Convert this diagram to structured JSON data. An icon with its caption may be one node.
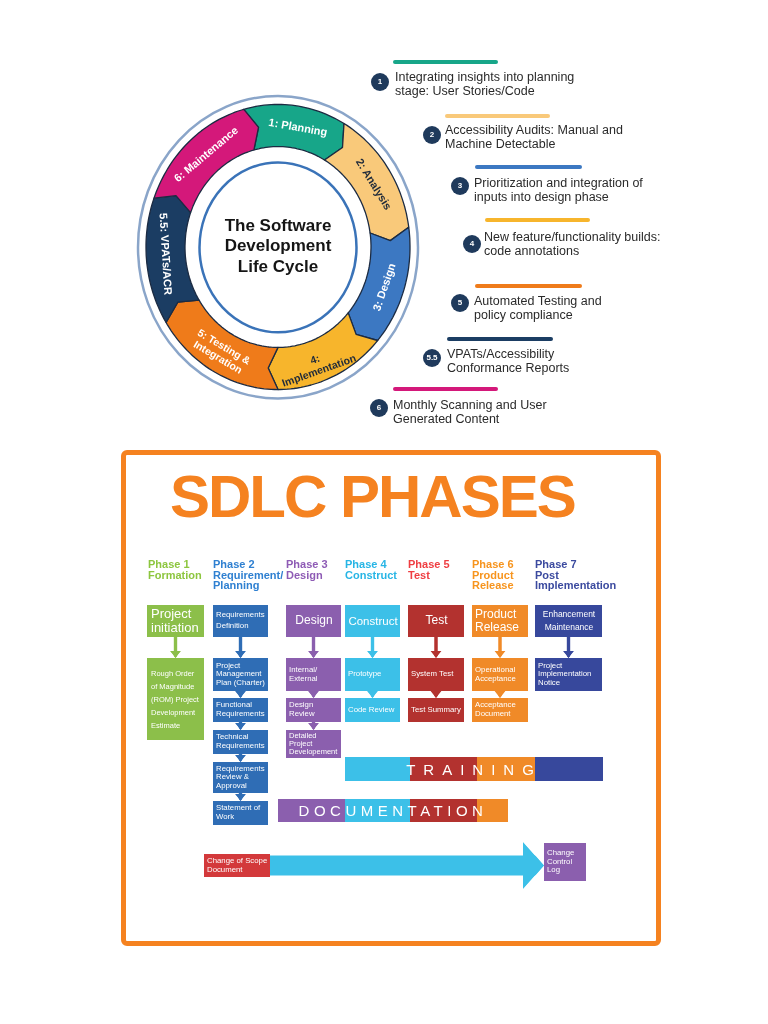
{
  "diagram": {
    "nodes": [
      {
        "text": [
          "The Software Development Life Cycle"
        ]
      },
      {
        "text": [
          "1: Planning"
        ]
      },
      {
        "text": [
          "2: Analysis"
        ]
      },
      {
        "text": [
          "3: Design"
        ]
      },
      {
        "text": [
          "4: Implementation"
        ]
      },
      {
        "text": [
          "5: Testing & Integration"
        ]
      },
      {
        "text": [
          "5.5: VPATs/ACR"
        ]
      },
      {
        "text": [
          "6: Maintenance"
        ]
      },
      {
        "text": [
          "1"
        ],
        "beside": [
          "Integrating insights into planning stage: User Stories/Code"
        ]
      },
      {
        "text": [
          "2"
        ],
        "beside": [
          "Accessibility Audits: Manual and Machine Detectable"
        ]
      },
      {
        "text": [
          "3"
        ],
        "beside": [
          "Prioritization and integration of inputs into design phase"
        ]
      },
      {
        "text": [
          "4"
        ],
        "beside": [
          "New feature/functionality builds: code annotations"
        ]
      },
      {
        "text": [
          "5"
        ],
        "beside": [
          "Automated Testing and policy compliance"
        ]
      },
      {
        "text": [
          "5.5"
        ],
        "beside": [
          "VPATs/Accessibility Conformance Reports"
        ]
      },
      {
        "text": [
          "6"
        ],
        "beside": [
          "Monthly Scanning and User Generated Content"
        ]
      },
      {
        "text": [
          "SDLC PHASES"
        ]
      },
      {
        "text": [
          "Project initiation"
        ],
        "in": 15
      },
      {
        "text": [
          "Rough Order of Magnitude (ROM) Project Development Estimate"
        ],
        "in": 15
      },
      {
        "text": [
          "Requirements Definition"
        ],
        "in": 15
      },
      {
        "text": [
          "Project Management Plan (Charter)"
        ],
        "in": 15
      },
      {
        "text": [
          "Functional Requirements"
        ],
        "in": 15
      },
      {
        "text": [
          "Technical Requirements"
        ],
        "in": 15
      },
      {
        "text": [
          "Requirements Review & Approval"
        ],
        "in": 15
      },
      {
        "text": [
          "Statement of Work"
        ],
        "in": 15
      },
      {
        "text": [
          "Design"
        ],
        "in": 15
      },
      {
        "text": [
          "Internal/ External"
        ],
        "in": 15
      },
      {
        "text": [
          "Design Review"
        ],
        "in": 15
      },
      {
        "text": [
          "Detailed Project Developement"
        ],
        "in": 15
      },
      {
        "text": [
          "Construct"
        ],
        "in": 15
      },
      {
        "text": [
          "Prototype"
        ],
        "in": 15
      },
      {
        "text": [
          "Code Review"
        ],
        "in": 15
      },
      {
        "text": [
          "Test"
        ],
        "in": 15
      },
      {
        "text": [
          "System Test"
        ],
        "in": 15
      },
      {
        "text": [
          "Test Summary"
        ],
        "in": 15
      },
      {
        "text": [
          "Product Release"
        ],
        "in": 15
      },
      {
        "text": [
          "Operational Acceptance"
        ],
        "in": 15
      },
      {
        "text": [
          "Acceptance Document"
        ],
        "in": 15
      },
      {
        "text": [
          "Enhancement Maintenance"
        ],
        "in": 15
      },
      {
        "text": [
          "Project Implementation Notice"
        ],
        "in": 15
      },
      {
        "text": [
          "TRAINING"
        ],
        "in": 15
      },
      {
        "text": [
          "DOCUMENTATION"
        ],
        "in": 15
      },
      {
        "text": [
          "Change of Scope Document"
        ],
        "in": 15
      },
      {
        "text": [
          "Change Control Log"
        ],
        "in": 15
      }
    ],
    "edges": [
      {
        "from": 16,
        "to": 17,
        "arrow": "to",
        "color": "#8cbf4a"
      },
      {
        "from": 18,
        "to": 19,
        "arrow": "to",
        "color": "#2f6db5"
      },
      {
        "from": 19,
        "to": 20,
        "arrow": "to",
        "color": "#2f6db5"
      },
      {
        "from": 20,
        "to": 21,
        "arrow": "to",
        "color": "#2f6db5"
      },
      {
        "from": 21,
        "to": 22,
        "arrow": "to",
        "color": "#2f6db5"
      },
      {
        "from": 22,
        "to": 23,
        "arrow": "to",
        "color": "#2f6db5"
      },
      {
        "from": 24,
        "to": 25,
        "arrow": "to",
        "color": "#8b5fae"
      },
      {
        "from": 25,
        "to": 26,
        "arrow": "to",
        "color": "#8b5fae"
      },
      {
        "from": 26,
        "to": 27,
        "arrow": "to",
        "color": "#8b5fae"
      },
      {
        "from": 28,
        "to": 29,
        "arrow": "to",
        "color": "#3cc0e8"
      },
      {
        "from": 29,
        "to": 30,
        "arrow": "to",
        "color": "#3cc0e8"
      },
      {
        "from": 31,
        "to": 32,
        "arrow": "to",
        "color": "#b3322f"
      },
      {
        "from": 32,
        "to": 33,
        "arrow": "to",
        "color": "#b3322f"
      },
      {
        "from": 34,
        "to": 35,
        "arrow": "to",
        "color": "#f08a28"
      },
      {
        "from": 35,
        "to": 36,
        "arrow": "to",
        "color": "#f08a28"
      },
      {
        "from": 37,
        "to": 38,
        "arrow": "to",
        "color": "#37489c"
      },
      {
        "from": 41,
        "to": 42,
        "arrow": "to",
        "style": "thick",
        "color": "#3cc0e8"
      }
    ],
    "labels": [
      "Phase 1",
      "Formation",
      "Phase 2",
      "Requirement/ Planning",
      "Phase 3",
      "Design",
      "Phase 4",
      "Construct",
      "Phase 5",
      "Test",
      "Phase 6",
      "Product Release",
      "Phase 7",
      "Post Implementation"
    ]
  }
}
